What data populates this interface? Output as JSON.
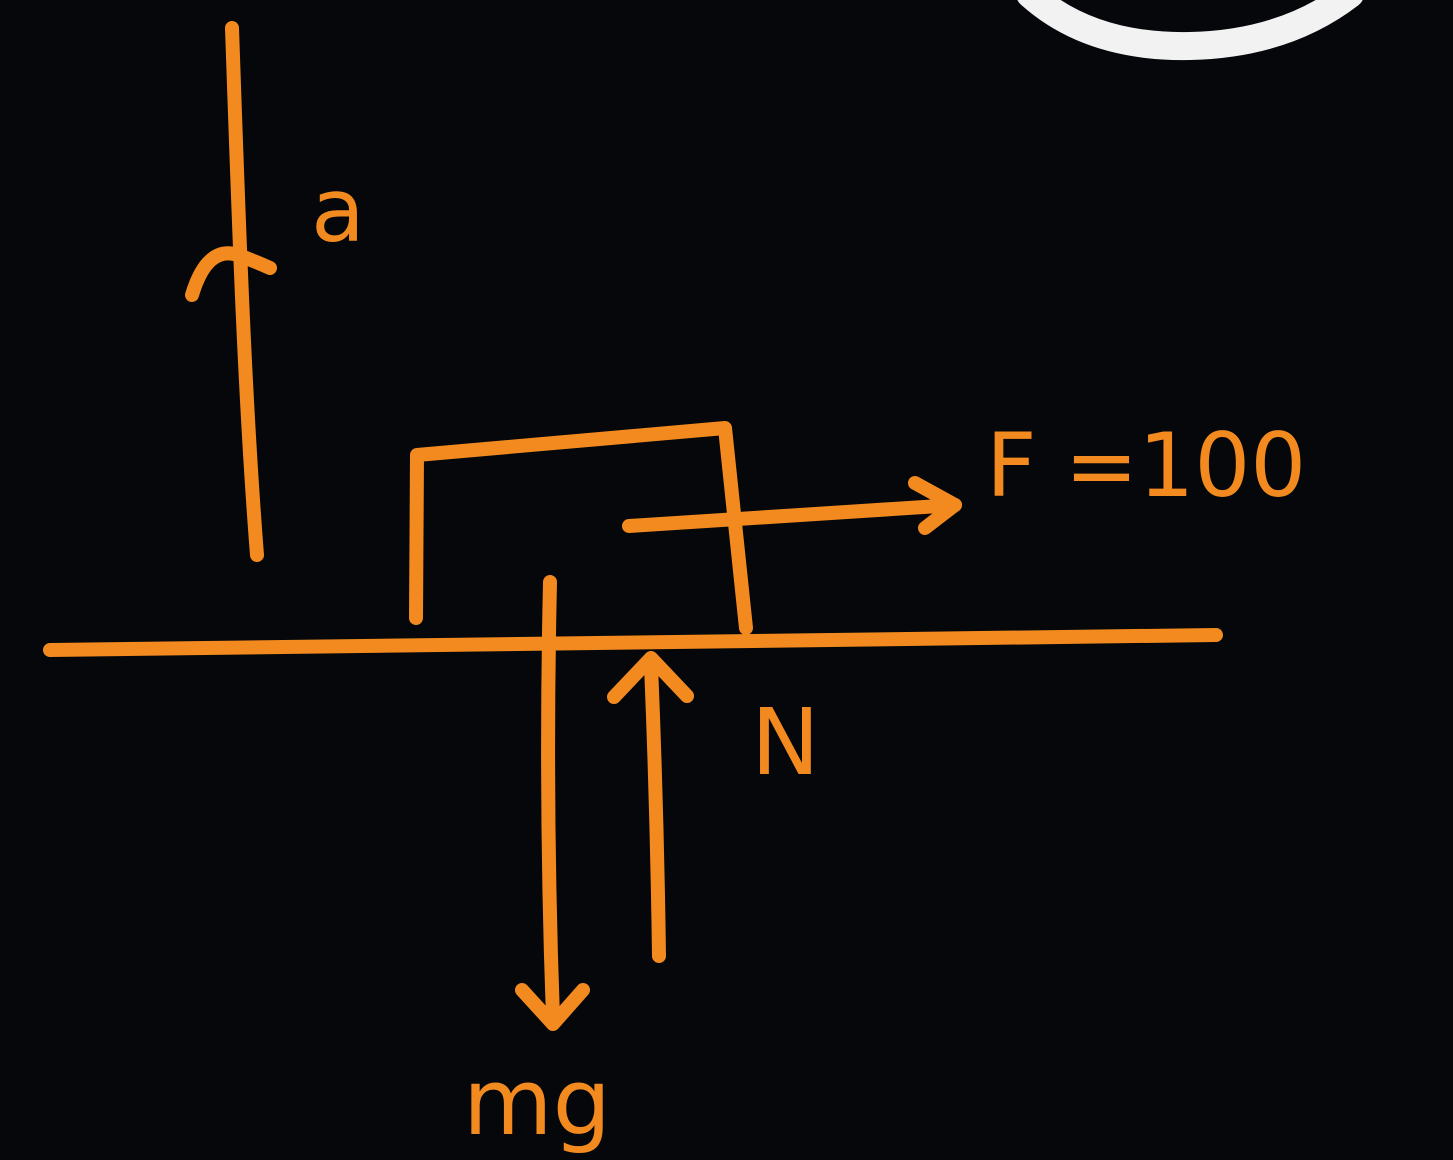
{
  "diagram": {
    "colors": {
      "background": "#05070b",
      "ink": "#f28a1f",
      "white_mark": "#f2f2f2"
    },
    "labels": {
      "acceleration": "a",
      "applied_force": "F =100",
      "normal_force": "N",
      "weight": "mg"
    }
  }
}
